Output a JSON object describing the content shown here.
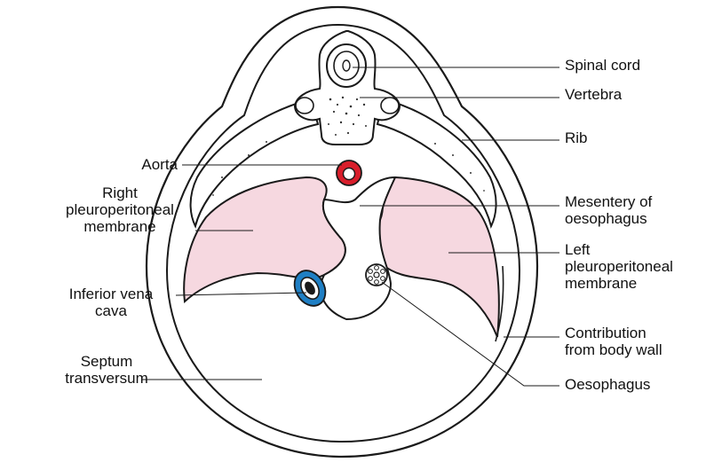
{
  "labels": {
    "spinal_cord": "Spinal cord",
    "vertebra": "Vertebra",
    "rib": "Rib",
    "aorta": "Aorta",
    "right_pleuro": [
      "Right",
      "pleuroperitoneal",
      "membrane"
    ],
    "mesentery": [
      "Mesentery of",
      "oesophagus"
    ],
    "left_pleuro": [
      "Left",
      "pleuroperitoneal",
      "membrane"
    ],
    "ivc": [
      "Inferior vena",
      "cava"
    ],
    "contribution": [
      "Contribution",
      "from body wall"
    ],
    "septum": [
      "Septum",
      "transversum"
    ],
    "oesophagus": "Oesophagus"
  },
  "colors": {
    "outline": "#1a1a1a",
    "membrane_fill": "#f6d8e0",
    "aorta": "#d81e2b",
    "ivc": "#1f7fc4",
    "bone_dots": "#333333"
  }
}
